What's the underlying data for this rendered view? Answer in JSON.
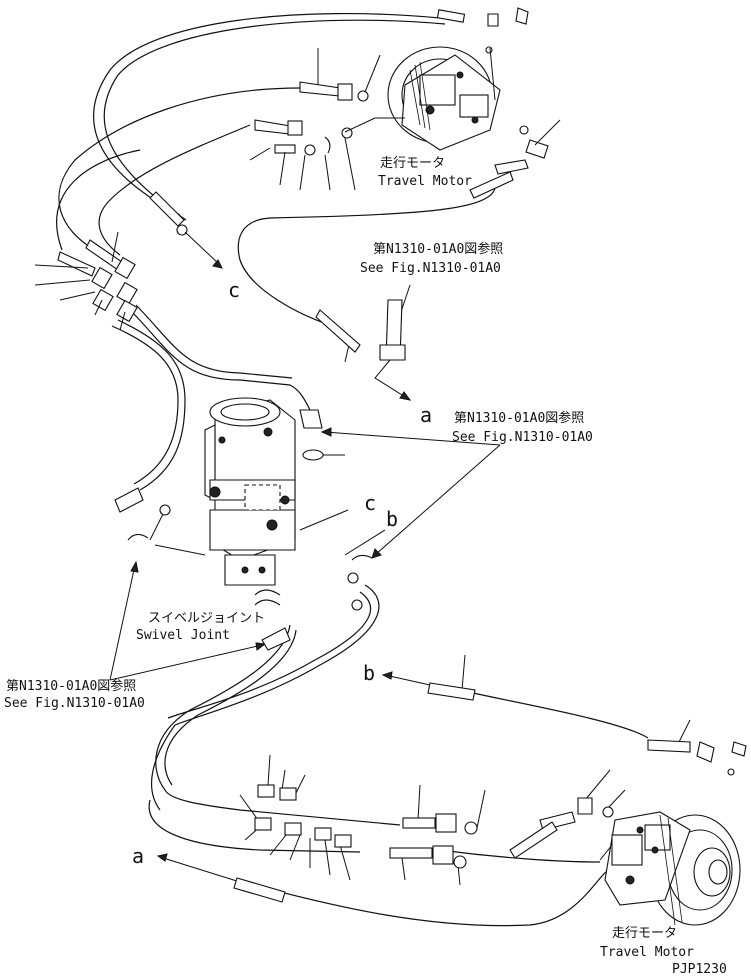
{
  "labels": {
    "travel_motor_top_jp": "走行モータ",
    "travel_motor_top_en": "Travel Motor",
    "travel_motor_bottom_jp": "走行モータ",
    "travel_motor_bottom_en": "Travel Motor",
    "see_fig_1_jp": "第N1310-01A0図参照",
    "see_fig_1_en": "See Fig.N1310-01A0",
    "see_fig_2_jp": "第N1310-01A0図参照",
    "see_fig_2_en": "See Fig.N1310-01A0",
    "see_fig_3_jp": "第N1310-01A0図参照",
    "see_fig_3_en": "See Fig.N1310-01A0",
    "swivel_joint_jp": "スイベルジョイント",
    "swivel_joint_en": "Swivel Joint",
    "ref_a1": "a",
    "ref_a2": "a",
    "ref_b1": "b",
    "ref_b2": "b",
    "ref_c1": "c",
    "ref_c2": "c",
    "drawing_number": "PJP1230"
  }
}
